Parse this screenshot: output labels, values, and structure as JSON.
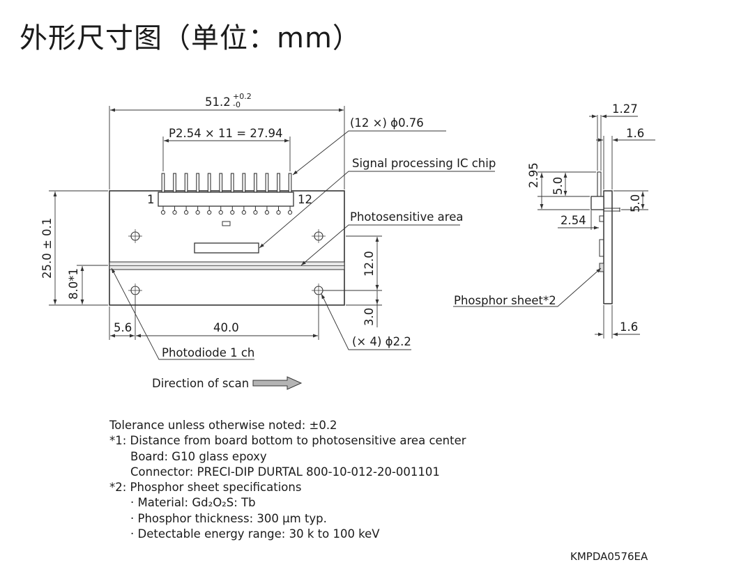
{
  "title": "外形尺寸图（单位：mm）",
  "labels": {
    "overall_width": "51.2",
    "overall_width_tol_plus": "+0.2",
    "overall_width_tol_minus": "-0",
    "pitch": "P2.54 × 11 = 27.94",
    "pins": "(12 ×) ϕ0.76",
    "pin_first": "1",
    "pin_last": "12",
    "ic_chip": "Signal processing IC chip",
    "photosensitive_area": "Photosensitive area",
    "height": "25.0 ± 0.1",
    "center_dist": "8.0*1",
    "dim_12": "12.0",
    "dim_3": "3.0",
    "dim_56": "5.6",
    "dim_40": "40.0",
    "holes": "(× 4) ϕ2.2",
    "photodiode": "Photodiode 1 ch",
    "scan_direction": "Direction of scan",
    "side_127": "1.27",
    "side_16_top": "1.6",
    "side_295": "2.95",
    "side_50_left": "5.0",
    "side_50_right": "5.0",
    "side_254": "2.54",
    "phosphor": "Phosphor sheet*2",
    "side_16_bottom": "1.6"
  },
  "notes": {
    "tolerance": "Tolerance unless otherwise noted: ±0.2",
    "note1": "*1: Distance from board bottom to photosensitive area center",
    "board": "Board: G10 glass epoxy",
    "connector": "Connector: PRECI-DIP DURTAL 800-10-012-20-001101",
    "note2": "*2: Phosphor sheet specifications",
    "material": "· Material: Gd₂O₂S: Tb",
    "thickness": "· Phosphor thickness: 300 μm typ.",
    "energy": "· Detectable energy range: 30 k to 100 keV"
  },
  "drawing_code": "KMPDA0576EA"
}
